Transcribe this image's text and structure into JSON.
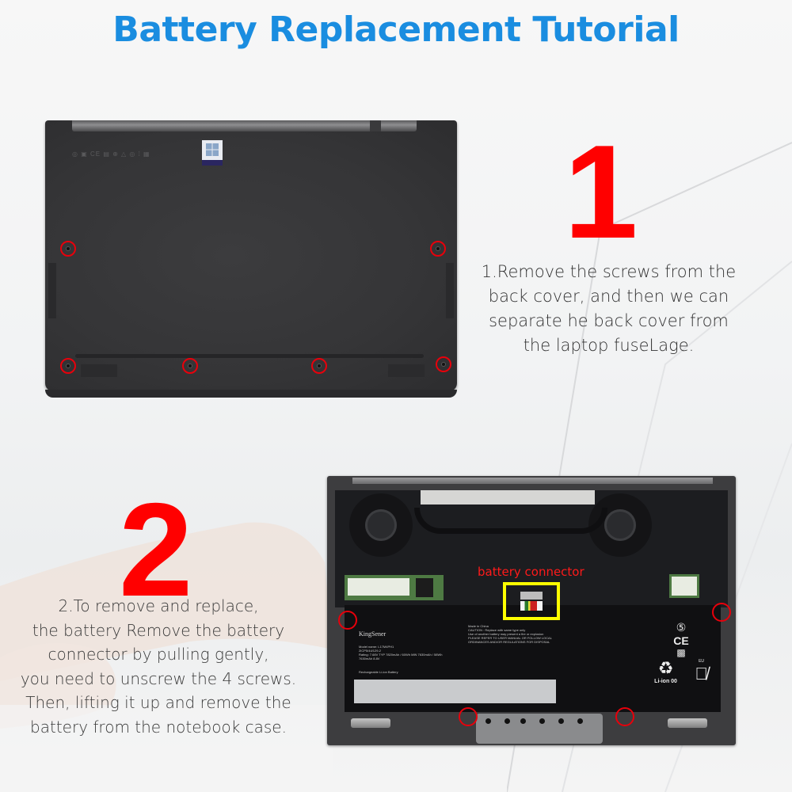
{
  "header": {
    "title": "Battery Replacement Tutorial",
    "title_color": "#1a8de0"
  },
  "steps": [
    {
      "number": "1",
      "number_color": "#ff0000",
      "description_lines": [
        "1.Remove the screws from the",
        "back cover, and then we can",
        "separate he back cover from",
        "the laptop fuseLage."
      ],
      "image": {
        "subject": "laptop back cover",
        "screw_count": 6,
        "screw_marker_color": "#e8000b"
      }
    },
    {
      "number": "2",
      "number_color": "#ff0000",
      "description_lines": [
        "2.To remove and replace,",
        "the battery Remove the battery",
        "connector by pulling gently,",
        "you need to unscrew the 4 screws.",
        "Then, lifting it up and remove the",
        "battery from the notebook case."
      ],
      "image": {
        "subject": "laptop internals with battery",
        "callout_label": "battery connector",
        "callout_label_color": "#ff1a1a",
        "callout_box_color": "#ffff00",
        "screw_count": 4,
        "battery_brand": "KingSener",
        "battery_label_lines": [
          "Made in China",
          "CAUTION : Replace with same type only",
          "Use of another battery may present a fire or explosion",
          "PLEASE REFER TO USER MANUAL OR FOLLOW LOCAL",
          "ORDINANCES AND/OR REGULATIONS FOR DISPOSAL"
        ],
        "battery_spec_lines": [
          "Model name: L17M4PH1",
          "2ICP5/44/129-2",
          "Rating: 7.68V TYP 7820mAh / 60Wh MIN 7630mAh / 58Wh",
          "7630mAh 8.8V"
        ],
        "battery_type": "Rechargeable Li-ion Battery",
        "recycle_label": "Li-ion 00",
        "weee_label": "EU"
      }
    }
  ]
}
